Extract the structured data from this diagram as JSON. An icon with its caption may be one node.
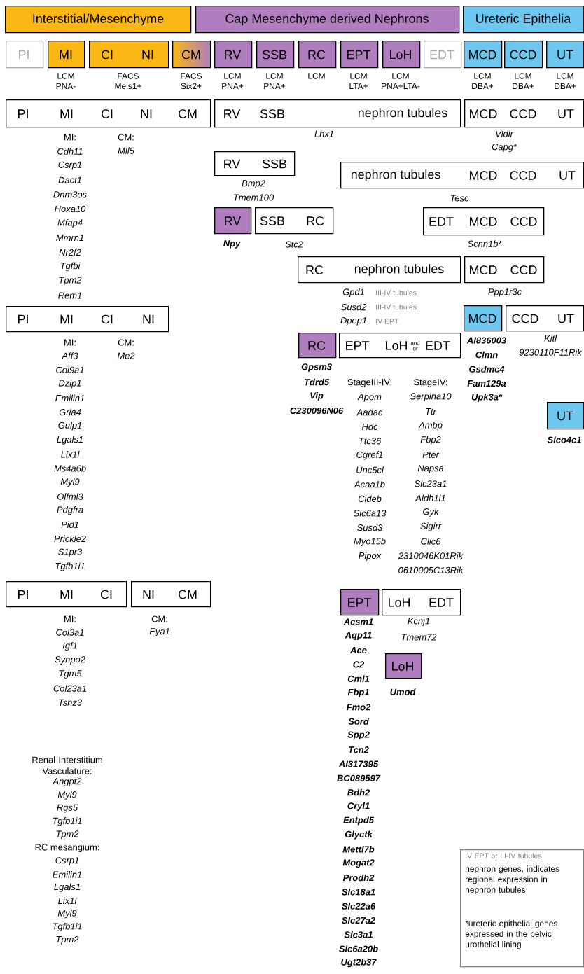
{
  "diagram": {
    "nodes": [
      {
        "text": [
          "Interstitial/Mesenchyme"
        ]
      },
      {
        "text": [
          "Cap Mesenchyme derived Nephrons"
        ]
      },
      {
        "text": [
          "Ureteric Epithelia"
        ]
      },
      {
        "text": [
          "PI"
        ]
      },
      {
        "text": [
          "MI"
        ],
        "beside": [
          "LCM PNA-"
        ]
      },
      {
        "text": [
          "CI",
          "NI"
        ],
        "beside": [
          "FACS Meis1+"
        ]
      },
      {
        "text": [
          "CM"
        ],
        "beside": [
          "FACS Six2+"
        ]
      },
      {
        "text": [
          "RV"
        ],
        "beside": [
          "LCM PNA+"
        ]
      },
      {
        "text": [
          "SSB"
        ],
        "beside": [
          "LCM PNA+"
        ]
      },
      {
        "text": [
          "RC"
        ],
        "beside": [
          "LCM"
        ]
      },
      {
        "text": [
          "EPT"
        ],
        "beside": [
          "LCM LTA+"
        ]
      },
      {
        "text": [
          "LoH"
        ],
        "beside": [
          "LCM PNA+LTA-"
        ]
      },
      {
        "text": [
          "EDT"
        ]
      },
      {
        "text": [
          "MCD"
        ],
        "beside": [
          "LCM DBA+"
        ]
      },
      {
        "text": [
          "CCD"
        ],
        "beside": [
          "LCM DBA+"
        ]
      },
      {
        "text": [
          "UT"
        ],
        "beside": [
          "LCM DBA+"
        ]
      },
      {
        "text": [
          "PI",
          "MI",
          "CI",
          "NI",
          "CM"
        ],
        "beside": [
          "MI:",
          "Cdh11",
          "Csrp1",
          "Dact1",
          "Dnm3os",
          "Hoxa10",
          "Mfap4",
          "Mmrn1",
          "Nr2f2",
          "Tgfbi",
          "Tpm2",
          "Rem1",
          "CM:",
          "Mll5"
        ]
      },
      {
        "text": [
          "RV",
          "SSB",
          "nephron tubules"
        ],
        "beside": [
          "Lhx1"
        ]
      },
      {
        "text": [
          "MCD",
          "CCD",
          "UT"
        ],
        "beside": [
          "Vldlr",
          "Capg*"
        ]
      },
      {
        "text": [
          "RV",
          "SSB"
        ],
        "beside": [
          "Bmp2",
          "Tmem100"
        ]
      },
      {
        "text": [
          "nephron tubules",
          "MCD",
          "CCD",
          "UT"
        ],
        "beside": [
          "Tesc"
        ]
      },
      {
        "text": [
          "RV"
        ],
        "beside": [
          "Npy"
        ]
      },
      {
        "text": [
          "SSB",
          "RC"
        ],
        "beside": [
          "Stc2"
        ]
      },
      {
        "text": [
          "EDT",
          "MCD",
          "CCD"
        ],
        "beside": [
          "Scnn1b*"
        ]
      },
      {
        "text": [
          "RC",
          "nephron tubules"
        ],
        "beside": [
          "Gpd1",
          "Susd2",
          "Dpep1",
          "III-IV tubules",
          "III-IV tubules",
          "IV EPT"
        ]
      },
      {
        "text": [
          "MCD",
          "CCD"
        ],
        "beside": [
          "Ppp1r3c"
        ]
      },
      {
        "text": [
          "MCD"
        ],
        "beside": [
          "AI836003",
          "Clmn",
          "Gsdmc4",
          "Fam129a",
          "Upk3a*"
        ]
      },
      {
        "text": [
          "CCD",
          "UT"
        ],
        "beside": [
          "Kitl",
          "9230110F11Rik"
        ]
      },
      {
        "text": [
          "RC"
        ],
        "beside": [
          "Gpsm3",
          "Tdrd5",
          "Vip",
          "C230096N06"
        ]
      },
      {
        "text": [
          "EPT",
          "LoH",
          "and or",
          "EDT"
        ],
        "beside": [
          "StageIII-IV:",
          "Apom",
          "Aadac",
          "Hdc",
          "Ttc36",
          "Cgref1",
          "Unc5cl",
          "Acaa1b",
          "Cideb",
          "Slc6a13",
          "Susd3",
          "Myo15b",
          "Pipox",
          "StageIV:",
          "Serpina10",
          "Ttr",
          "Ambp",
          "Fbp2",
          "Pter",
          "Napsa",
          "Slc23a1",
          "Aldh1l1",
          "Gyk",
          "Sigirr",
          "Clic6",
          "2310046K01Rik",
          "0610005C13Rik"
        ]
      },
      {
        "text": [
          "UT"
        ],
        "beside": [
          "Slco4c1"
        ]
      },
      {
        "text": [
          "PI",
          "MI",
          "CI",
          "NI"
        ],
        "beside": [
          "MI:",
          "Aff3",
          "Col9a1",
          "Dzip1",
          "Emilin1",
          "Gria4",
          "Gulp1",
          "Lgals1",
          "Lix1l",
          "Ms4a6b",
          "Myl9",
          "Olfml3",
          "Pdgfra",
          "Pid1",
          "Prickle2",
          "S1pr3",
          "Tgfb1i1",
          "CM:",
          "Me2"
        ]
      },
      {
        "text": [
          "PI",
          "MI",
          "CI"
        ],
        "beside": [
          "MI:",
          "Col3a1",
          "Igf1",
          "Synpo2",
          "Tgm5",
          "Col23a1",
          "Tshz3"
        ]
      },
      {
        "text": [
          "NI",
          "CM"
        ],
        "beside": [
          "CM:",
          "Eya1"
        ]
      },
      {
        "text": [
          "EPT"
        ],
        "beside": [
          "Acsm1",
          "Aqp11",
          "Ace",
          "C2",
          "Cml1",
          "Fbp1",
          "Fmo2",
          "Sord",
          "Spp2",
          "Tcn2",
          "AI317395",
          "BC089597",
          "Bdh2",
          "Cryl1",
          "Entpd5",
          "Glyctk",
          "Mettl7b",
          "Mogat2",
          "Prodh2",
          "Slc18a1",
          "Slc22a6",
          "Slc27a2",
          "Slc3a1",
          "Slc6a20b",
          "Ugt2b37"
        ]
      },
      {
        "text": [
          "LoH",
          "EDT"
        ],
        "beside": [
          "Kcnj1",
          "Tmem72"
        ]
      },
      {
        "text": [
          "LoH"
        ],
        "beside": [
          "Umod"
        ]
      },
      {
        "text": [
          "IV EPT or III-IV tubules",
          "nephron genes, indicates regional expression in nephron tubules",
          "*ureteric epithelial genes expressed in the pelvic urothelial lining"
        ]
      }
    ],
    "labels": [
      "Renal Interstitium Vasculature:",
      "Angpt2",
      "Myl9",
      "Rgs5",
      "Tgfb1i1",
      "Tpm2",
      "RC mesangium:",
      "Csrp1",
      "Emilin1",
      "Lgals1",
      "Lix1l",
      "Myl9",
      "Tgfb1i1",
      "Tpm2"
    ]
  }
}
